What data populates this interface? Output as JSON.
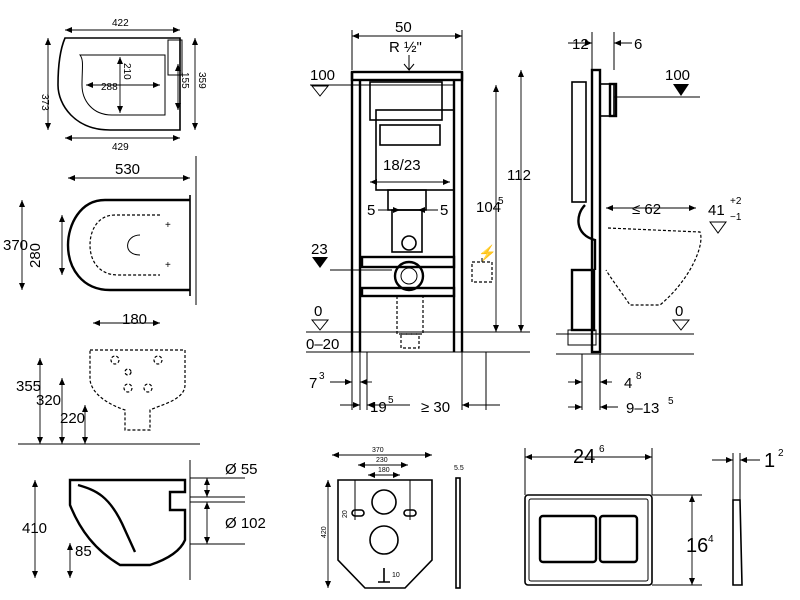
{
  "seat_plan": {
    "outer_width": "422",
    "bottom_width": "429",
    "length": "373",
    "right_length": "359",
    "inner_width": "288",
    "inner_length": "210",
    "inner_right": "155"
  },
  "bowl_top": {
    "width": "530",
    "length": "370",
    "inner_length": "280"
  },
  "bowl_back": {
    "hole_spacing": "180",
    "h1": "355",
    "h2": "320",
    "h3": "220"
  },
  "bowl_section": {
    "height": "410",
    "offset": "85",
    "d1": "Ø 55",
    "d2": "Ø 102"
  },
  "frame_front": {
    "width": "50",
    "thread": "R ½\"",
    "level_top": "100",
    "spacing_main": "18/23",
    "left_gap": "5",
    "right_gap": "5",
    "level_23": "23",
    "level_0": "0",
    "floor_range": "0–20",
    "height_total": "112",
    "height_base": "104",
    "height_base_sup": "5",
    "bottom_left": "7",
    "bottom_left_sup": "3",
    "bottom_mid": "19",
    "bottom_mid_sup": "5",
    "bottom_right": "≥ 30"
  },
  "frame_side": {
    "top_left": "12",
    "top_right": "6",
    "level_top": "100",
    "projection": "≤ 62",
    "level_41": "41",
    "tol_plus": "+2",
    "tol_minus": "−1",
    "level_0": "0",
    "bottom_left": "4",
    "bottom_left_sup": "8",
    "bottom_right": "9–13",
    "bottom_right_sup": "5"
  },
  "sound_mat": {
    "width": "370",
    "inner": "230",
    "holes": "180",
    "height": "420",
    "side": "20",
    "bottom": "10",
    "thickness": "5.5"
  },
  "flush_plate": {
    "width": "24",
    "width_sup": "6",
    "height": "16",
    "height_sup": "4",
    "depth": "1",
    "depth_sup": "2"
  }
}
